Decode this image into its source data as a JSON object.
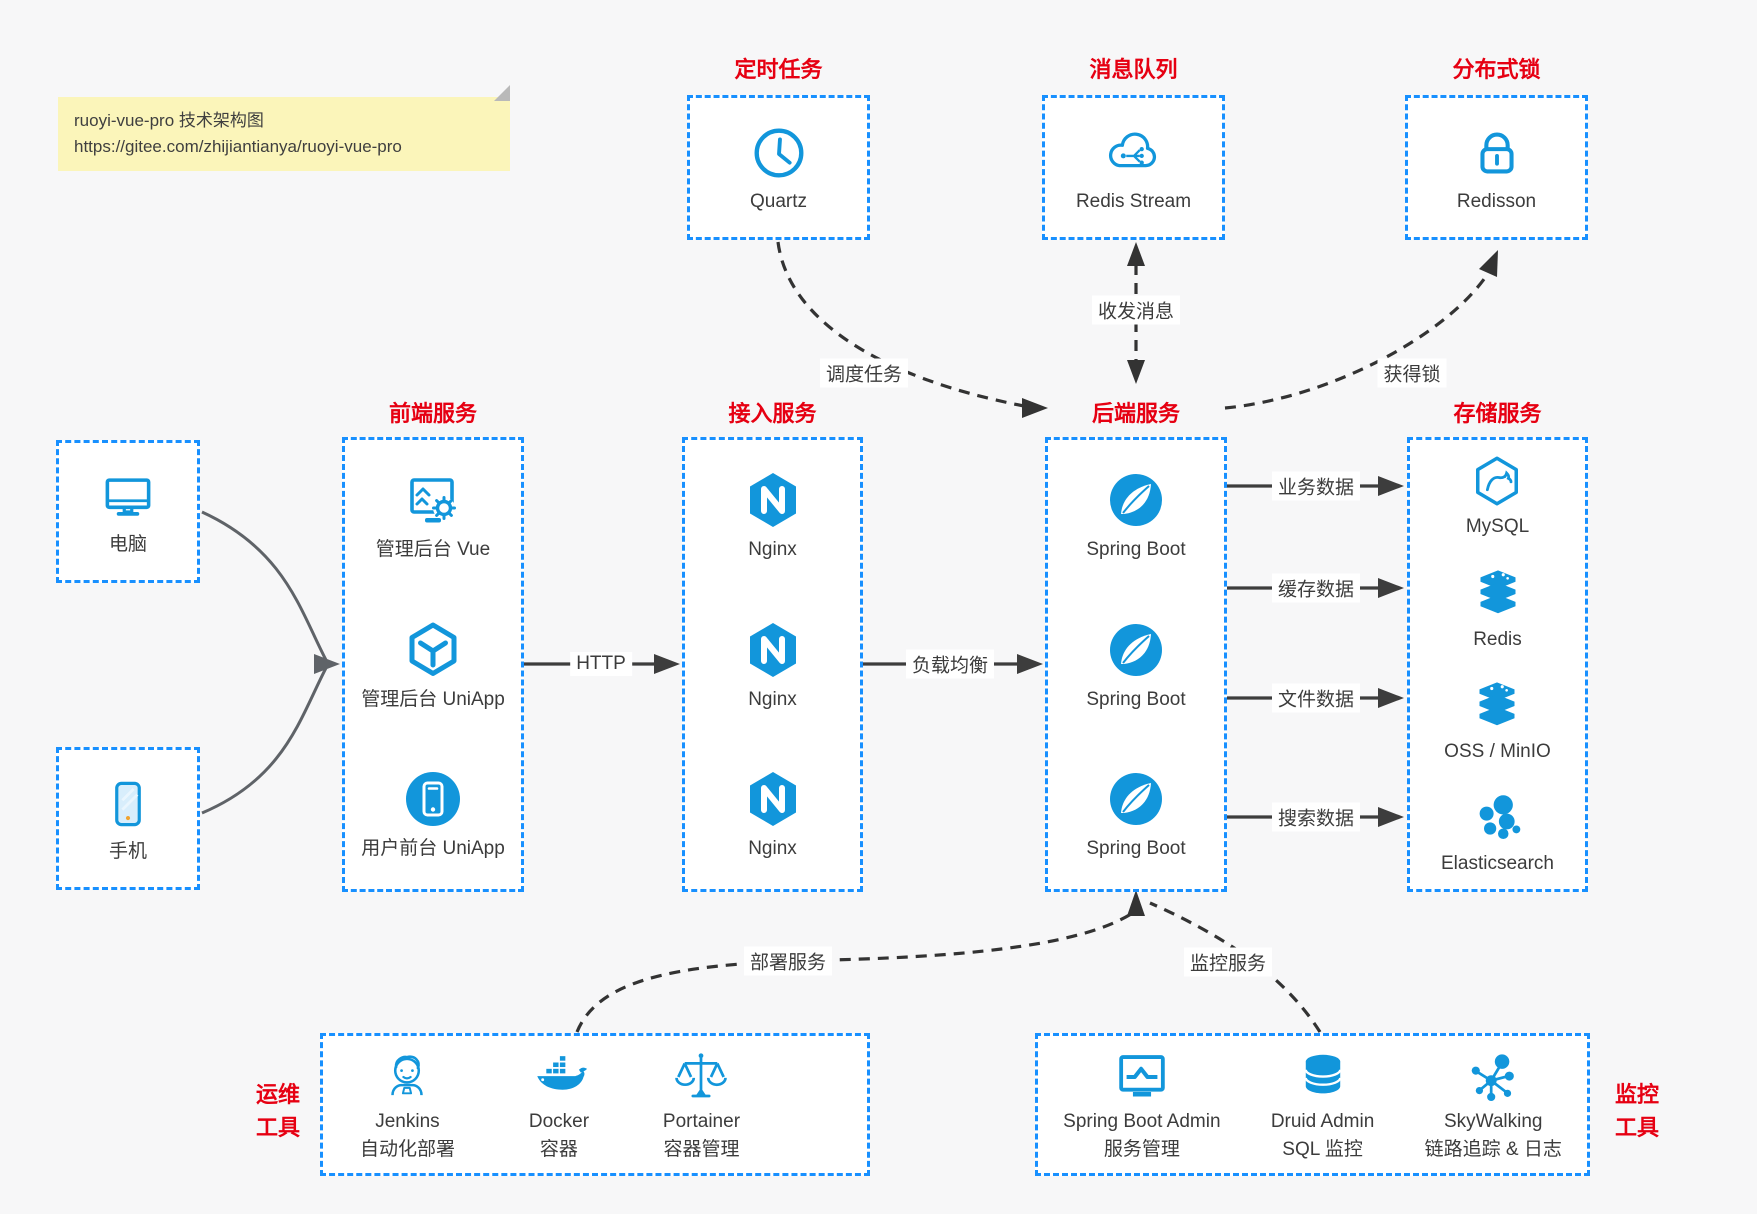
{
  "colors": {
    "background": "#f7f7f8",
    "box_border_blue": "#1890ff",
    "icon_blue": "#1296db",
    "title_red": "#e60012",
    "arrow_dark": "#3d3d3d",
    "dashed_arrow": "#333333",
    "client_arrow_gray": "#5f6368",
    "note_bg": "#fbf5ba"
  },
  "note": {
    "title": "ruoyi-vue-pro 技术架构图",
    "url": "https://gitee.com/zhijiantianya/ruoyi-vue-pro"
  },
  "groups": {
    "scheduler": {
      "title": "定时任务",
      "items": [
        {
          "icon": "clock-icon",
          "label": "Quartz"
        }
      ]
    },
    "mq": {
      "title": "消息队列",
      "items": [
        {
          "icon": "cloud-queue-icon",
          "label": "Redis Stream"
        }
      ]
    },
    "lock": {
      "title": "分布式锁",
      "items": [
        {
          "icon": "lock-icon",
          "label": "Redisson"
        }
      ]
    },
    "clients": {
      "items": [
        {
          "icon": "desktop-icon",
          "label": "电脑"
        },
        {
          "icon": "smartphone-icon",
          "label": "手机"
        }
      ]
    },
    "frontend": {
      "title": "前端服务",
      "items": [
        {
          "icon": "admin-vue-icon",
          "label": "管理后台 Vue"
        },
        {
          "icon": "uniapp-cube-icon",
          "label": "管理后台 UniApp"
        },
        {
          "icon": "user-app-icon",
          "label": "用户前台 UniApp"
        }
      ]
    },
    "gateway": {
      "title": "接入服务",
      "items": [
        {
          "icon": "nginx-icon",
          "label": "Nginx"
        },
        {
          "icon": "nginx-icon",
          "label": "Nginx"
        },
        {
          "icon": "nginx-icon",
          "label": "Nginx"
        }
      ]
    },
    "backend": {
      "title": "后端服务",
      "items": [
        {
          "icon": "spring-boot-icon",
          "label": "Spring Boot"
        },
        {
          "icon": "spring-boot-icon",
          "label": "Spring Boot"
        },
        {
          "icon": "spring-boot-icon",
          "label": "Spring Boot"
        }
      ]
    },
    "storage": {
      "title": "存储服务",
      "items": [
        {
          "icon": "mysql-icon",
          "label": "MySQL"
        },
        {
          "icon": "redis-stack-icon",
          "label": "Redis"
        },
        {
          "icon": "oss-stack-icon",
          "label": "OSS / MinIO"
        },
        {
          "icon": "elasticsearch-icon",
          "label": "Elasticsearch"
        }
      ]
    },
    "ops": {
      "title_lines": [
        "运维",
        "工具"
      ],
      "items": [
        {
          "icon": "jenkins-icon",
          "label": "Jenkins",
          "sublabel": "自动化部署"
        },
        {
          "icon": "docker-icon",
          "label": "Docker",
          "sublabel": "容器"
        },
        {
          "icon": "portainer-icon",
          "label": "Portainer",
          "sublabel": "容器管理"
        }
      ]
    },
    "monitoring": {
      "title_lines": [
        "监控",
        "工具"
      ],
      "items": [
        {
          "icon": "spring-boot-admin-icon",
          "label": "Spring Boot Admin",
          "sublabel": "服务管理"
        },
        {
          "icon": "druid-icon",
          "label": "Druid Admin",
          "sublabel": "SQL 监控"
        },
        {
          "icon": "skywalking-icon",
          "label": "SkyWalking",
          "sublabel": "链路追踪 & 日志"
        }
      ]
    }
  },
  "edges": {
    "http": "HTTP",
    "load_balance": "负载均衡",
    "schedule_job": "调度任务",
    "send_receive_msg": "收发消息",
    "acquire_lock": "获得锁",
    "business_data": "业务数据",
    "cache_data": "缓存数据",
    "file_data": "文件数据",
    "search_data": "搜索数据",
    "deploy_service": "部署服务",
    "monitor_service": "监控服务"
  }
}
